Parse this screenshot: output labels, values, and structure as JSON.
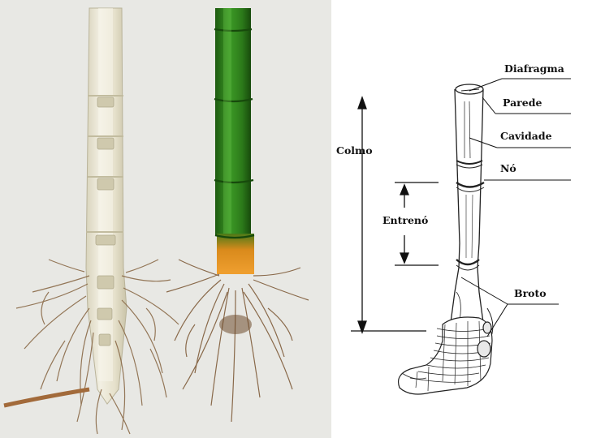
{
  "labels": {
    "diafragma": "Diafragma",
    "parede": "Parede",
    "cavidade": "Cavidade",
    "no": "Nó",
    "colmo": "Colmo",
    "entreno": "Entrenó",
    "broto": "Broto"
  },
  "colors": {
    "photo_background": "#ecebe8",
    "white_culm": "#ebe7d6",
    "green_culm": "#2f7d1d",
    "orange_base": "#e8881f",
    "roots": "#8a6a48"
  }
}
